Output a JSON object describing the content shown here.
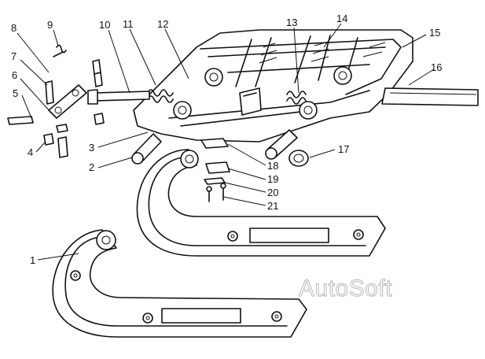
{
  "callouts": [
    "1",
    "2",
    "3",
    "4",
    "5",
    "6",
    "7",
    "8",
    "9",
    "10",
    "11",
    "12",
    "13",
    "14",
    "15",
    "16",
    "17",
    "18",
    "19",
    "20",
    "21"
  ],
  "watermark": "AutoSoft"
}
